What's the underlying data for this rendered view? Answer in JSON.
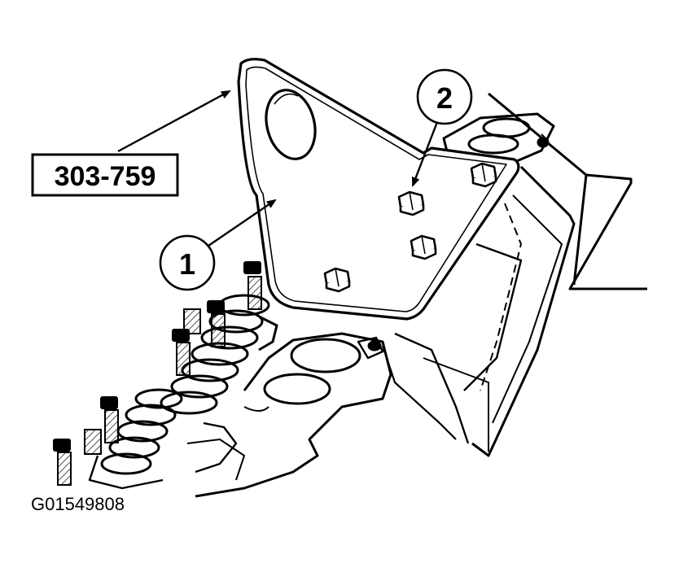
{
  "tool_callout": {
    "text": "303-759"
  },
  "callouts": [
    {
      "number": "1"
    },
    {
      "number": "2"
    }
  ],
  "figure_id": "G01549808"
}
